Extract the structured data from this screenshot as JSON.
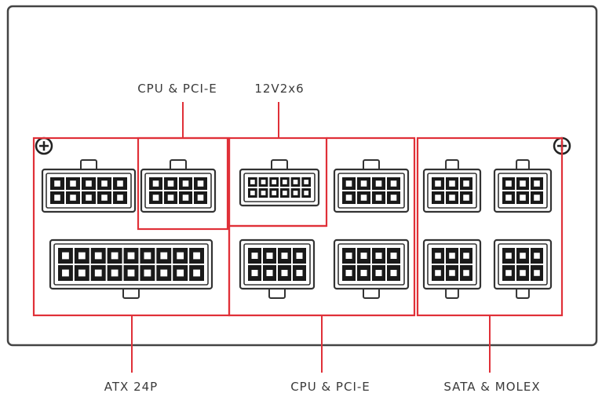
{
  "labels": {
    "cpu_pcie_top": "CPU & PCI-E",
    "v12_2x6": "12V2x6",
    "atx24p": "ATX 24P",
    "cpu_pcie_bottom": "CPU & PCI-E",
    "sata_molex": "SATA & MOLEX"
  },
  "colors": {
    "highlight": "#e03038",
    "outline": "#333333",
    "pin": "#1a1a1a"
  },
  "connectors": [
    {
      "id": "conn-atx-10pin",
      "cols": 5,
      "rows": 2,
      "latch": "top"
    },
    {
      "id": "conn-cpu-pcie-top-a",
      "cols": 4,
      "rows": 2,
      "latch": "top"
    },
    {
      "id": "conn-12v2x6",
      "cols": 6,
      "rows": 2,
      "latch": "top"
    },
    {
      "id": "conn-cpu-pcie-top-b",
      "cols": 4,
      "rows": 2,
      "latch": "top"
    },
    {
      "id": "conn-sata-molex-top-a",
      "cols": 3,
      "rows": 2,
      "latch": "top"
    },
    {
      "id": "conn-sata-molex-top-b",
      "cols": 3,
      "rows": 2,
      "latch": "top"
    },
    {
      "id": "conn-atx-18pin",
      "cols": 9,
      "rows": 2,
      "latch": "bottom"
    },
    {
      "id": "conn-cpu-pcie-bottom-a",
      "cols": 4,
      "rows": 2,
      "latch": "bottom"
    },
    {
      "id": "conn-cpu-pcie-bottom-b",
      "cols": 4,
      "rows": 2,
      "latch": "bottom"
    },
    {
      "id": "conn-sata-molex-bottom-a",
      "cols": 3,
      "rows": 2,
      "latch": "bottom"
    },
    {
      "id": "conn-sata-molex-bottom-b",
      "cols": 3,
      "rows": 2,
      "latch": "bottom"
    }
  ]
}
